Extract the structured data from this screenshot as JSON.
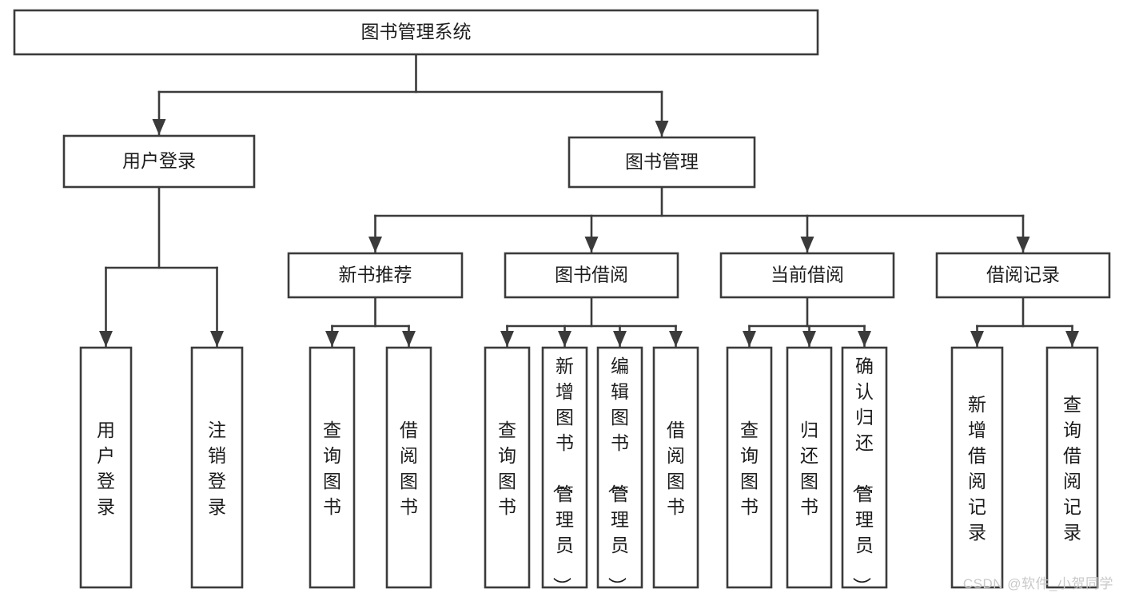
{
  "diagram": {
    "type": "tree",
    "title": "图书管理系统",
    "orientation": "top-down",
    "style": {
      "background": "#ffffff",
      "box_fill": "#ffffff",
      "box_stroke": "#3b3b3b",
      "text_color": "#1c1c1c",
      "watermark_color": "#c9c9c9"
    },
    "nodes": {
      "root": {
        "label": "图书管理系统",
        "level": 0,
        "orientation": "horizontal"
      },
      "l1": [
        {
          "id": "user_login",
          "label": "用户登录",
          "level": 1,
          "orientation": "horizontal"
        },
        {
          "id": "book_mgmt",
          "label": "图书管理",
          "level": 1,
          "orientation": "horizontal"
        }
      ],
      "l2": [
        {
          "id": "new_book_rec",
          "label": "新书推荐",
          "level": 2,
          "orientation": "horizontal",
          "parent": "book_mgmt"
        },
        {
          "id": "book_borrow",
          "label": "图书借阅",
          "level": 2,
          "orientation": "horizontal",
          "parent": "book_mgmt"
        },
        {
          "id": "current_borrow",
          "label": "当前借阅",
          "level": 2,
          "orientation": "horizontal",
          "parent": "book_mgmt"
        },
        {
          "id": "borrow_record",
          "label": "借阅记录",
          "level": 2,
          "orientation": "horizontal",
          "parent": "book_mgmt"
        }
      ],
      "leaves": [
        {
          "id": "leaf_user_login",
          "label": "用户登录",
          "parent": "user_login",
          "orientation": "vertical"
        },
        {
          "id": "leaf_user_logout",
          "label": "注销登录",
          "parent": "user_login",
          "orientation": "vertical"
        },
        {
          "id": "leaf_query_book_1",
          "label": "查询图书",
          "parent": "new_book_rec",
          "orientation": "vertical"
        },
        {
          "id": "leaf_borrow_book_1",
          "label": "借阅图书",
          "parent": "new_book_rec",
          "orientation": "vertical"
        },
        {
          "id": "leaf_query_book_2",
          "label": "查询图书",
          "parent": "book_borrow",
          "orientation": "vertical"
        },
        {
          "id": "leaf_add_book",
          "label": "新增图书（管理员）",
          "parent": "book_borrow",
          "orientation": "vertical"
        },
        {
          "id": "leaf_edit_book",
          "label": "编辑图书（管理员）",
          "parent": "book_borrow",
          "orientation": "vertical"
        },
        {
          "id": "leaf_borrow_book_2",
          "label": "借阅图书",
          "parent": "book_borrow",
          "orientation": "vertical"
        },
        {
          "id": "leaf_query_book_3",
          "label": "查询图书",
          "parent": "current_borrow",
          "orientation": "vertical"
        },
        {
          "id": "leaf_return_book",
          "label": "归还图书",
          "parent": "current_borrow",
          "orientation": "vertical"
        },
        {
          "id": "leaf_confirm_return",
          "label": "确认归还（管理员）",
          "parent": "current_borrow",
          "orientation": "vertical"
        },
        {
          "id": "leaf_add_record",
          "label": "新增借阅记录",
          "parent": "borrow_record",
          "orientation": "vertical"
        },
        {
          "id": "leaf_query_record",
          "label": "查询借阅记录",
          "parent": "borrow_record",
          "orientation": "vertical"
        }
      ]
    }
  },
  "watermark": {
    "text": "CSDN @软件_小贺同学"
  }
}
